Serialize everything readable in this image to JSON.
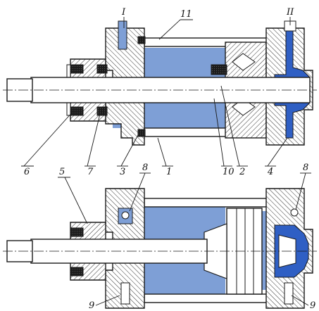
{
  "colors": {
    "fluid": "#7e9fd6",
    "fluid_dark": "#2f5fc4",
    "metal": "#ffffff",
    "line": "#1a1a1a",
    "hatch": "#333333"
  },
  "top_assembly": {
    "callouts": [
      "I",
      "11",
      "II",
      "6",
      "7",
      "3",
      "1",
      "10",
      "2",
      "4"
    ]
  },
  "bottom_assembly": {
    "callouts": [
      "5",
      "8",
      "8",
      "9",
      "9"
    ]
  }
}
